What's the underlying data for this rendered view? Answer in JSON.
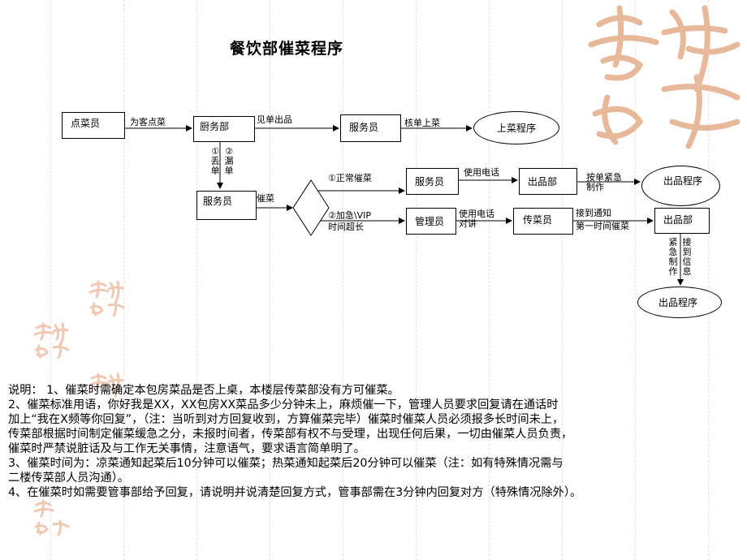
{
  "title": "餐饮部催菜程序",
  "nodes": {
    "diancaiyuan": "点菜员",
    "chufangbu": "厨务部",
    "fuwuyuan_top": "服务员",
    "shangcai_chengxu": "上菜程序",
    "fuwuyuan_left": "服务员",
    "fuwuyuan_mid": "服务员",
    "chupinbu_mid": "出品部",
    "chupin_chengxu_mid": "出品程序",
    "guanliyuan": "管理员",
    "chuancaiyuan": "传菜员",
    "chupinbu_right": "出品部",
    "chupin_chengxu_bottom": "出品程序"
  },
  "edge_labels": {
    "wei_ke_diancai": "为客点菜",
    "jiandan_chupin": "见单出品",
    "hedan_shangcai": "核单上菜",
    "diu_dan": "①丢单",
    "lou_dan": "②漏单",
    "cuicai": "催菜",
    "zhengchang_cuicai": "①正常催菜",
    "shiyong_dianhua": "使用电话",
    "andan_jinji_zhizuo": "按单紧急制作",
    "jiaji_vip": "②加急\\VIP",
    "shijian_chaochang": "时间超长",
    "shiyong_dianhua_duijiang": "使用电话对讲",
    "jiedao_tongzhi": "接到通知",
    "diyi_shijian_cuicai": "第一时间催菜",
    "jinji_zhizuo": "紧急制作",
    "jiedao_xinxi": "接到信息"
  },
  "notes": {
    "line1": "说明：    1、催菜时需确定本包房菜品是否上桌，本楼层传菜部没有方可催菜。",
    "line2": "2、催菜标准用语，你好我是XX，XX包房XX菜品多少分钟未上，麻烦催一下，管理人员要求回复请在通话时",
    "line3": "加上“我在X频等你回复”，（注：当听到对方回复收到，方算催菜完毕）催菜时催菜人员必须报多长时间未上，",
    "line4": "传菜部根据时间制定催菜缓急之分，未报时间者，传菜部有权不与受理，出现任何后果，一切由催菜人员负责，",
    "line5": "催菜时严禁说脏话及与工作无关事情，注意语气，要求语言简单明了。",
    "line6": "3、催菜时间为：凉菜通知起菜后10分钟可以催菜；热菜通知起菜后20分钟可以催菜（注：如有特殊情况需与",
    "line7": "二楼传菜部人员沟通）。",
    "line8": "4、在催菜时如需要管事部给予回复，请说明并说清楚回复方式，管事部需在3分钟内回复对方（特殊情况除外）。"
  },
  "colors": {
    "logo": "#e8b89a",
    "logo_small": "#efc9b3",
    "line": "#000000"
  }
}
